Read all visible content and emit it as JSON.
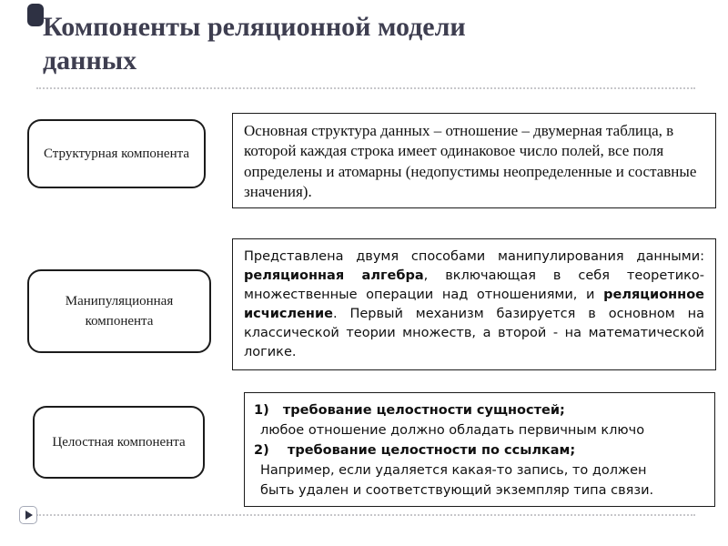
{
  "slide": {
    "title": "Компоненты реляционной модели данных",
    "components": [
      {
        "label": "Структурная компонента",
        "description": "Основная структура данных – отношение – двумерная таблица, в которой каждая строка имеет одинаковое число полей, все поля определены и атомарны (недопустимы неопределенные и составные значения)."
      },
      {
        "label": "Манипуляционная компонента",
        "segments": [
          {
            "text": "Представлена двумя способами манипулирования данными: ",
            "bold": false
          },
          {
            "text": "реляционная алгебра",
            "bold": true
          },
          {
            "text": ", включающая в себя теоретико-множественные операции над отношениями, и ",
            "bold": false
          },
          {
            "text": "реляционное исчисление",
            "bold": true
          },
          {
            "text": ". Первый механизм базируется в основном на классической теории множеств, а второй - на математической логике.",
            "bold": false
          }
        ]
      },
      {
        "label": "Целостная компонента",
        "lines": [
          {
            "text": "1)   требование целостности сущностей;",
            "bold": true
          },
          {
            "text": "любое отношение должно обладать первичным ключо",
            "bold": false
          },
          {
            "text": "2)    требование целостности по ссылкам;",
            "bold": true
          },
          {
            "text": "Например, если удаляется какая-то запись, то должен",
            "bold": false
          },
          {
            "text": "быть удален и соответствующий экземпляр типа связи.",
            "bold": false
          }
        ]
      }
    ],
    "colors": {
      "title_text": "#3e3e50",
      "ornament": "#2e3143",
      "box_border": "#1b1b1b",
      "divider_dots": "#c7c7cb"
    },
    "icons": {
      "footer_icon": "play-triangle-icon",
      "corner_icon": "rounded-square-ornament"
    }
  }
}
